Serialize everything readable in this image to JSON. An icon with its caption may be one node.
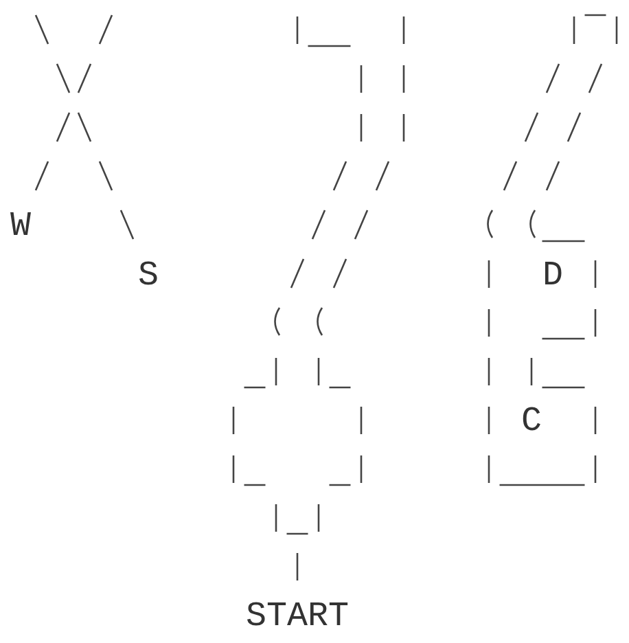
{
  "diagram": {
    "labels": [
      "W",
      "S",
      "D",
      "C",
      "START"
    ]
  }
}
